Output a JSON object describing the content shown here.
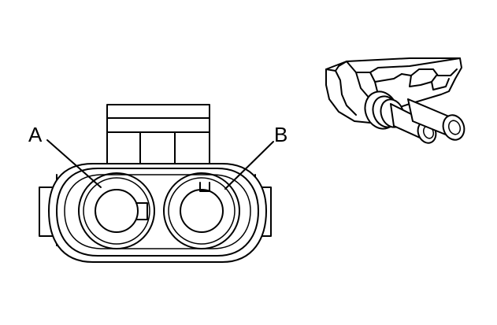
{
  "figure": {
    "callouts": [
      {
        "id": "A",
        "label": "A"
      },
      {
        "id": "B",
        "label": "B"
      }
    ],
    "ink_color": "#000000",
    "background_color": "#ffffff"
  }
}
